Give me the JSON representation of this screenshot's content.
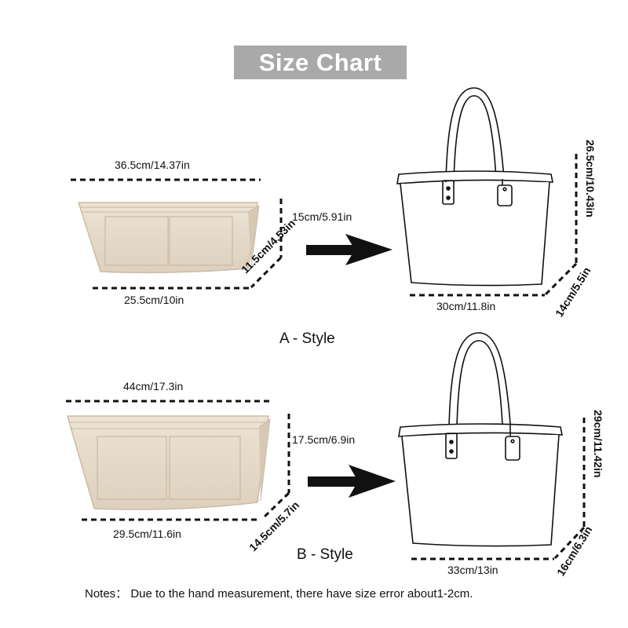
{
  "title": "Size Chart",
  "styles": {
    "a": {
      "name": "A - Style",
      "insert_top": "36.5cm/14.37in",
      "insert_bottom": "25.5cm/10in",
      "insert_height": "15cm/5.91in",
      "insert_depth": "11.5cm/4.53in",
      "bag_height": "26.5cm/10.43in",
      "bag_width": "30cm/11.8in",
      "bag_depth": "14cm/5.5in"
    },
    "b": {
      "name": "B - Style",
      "insert_top": "44cm/17.3in",
      "insert_bottom": "29.5cm/11.6in",
      "insert_height": "17.5cm/6.9in",
      "insert_depth": "14.5cm/5.7in",
      "bag_height": "29cm/11.42in",
      "bag_width": "33cm/13in",
      "bag_depth": "16cm/6.3in"
    }
  },
  "notes": "Notes： Due to the hand measurement, there have size error about1-2cm.",
  "colors": {
    "title_bg": "#a9a9a9",
    "felt": "#e8dccb",
    "line": "#111111"
  }
}
